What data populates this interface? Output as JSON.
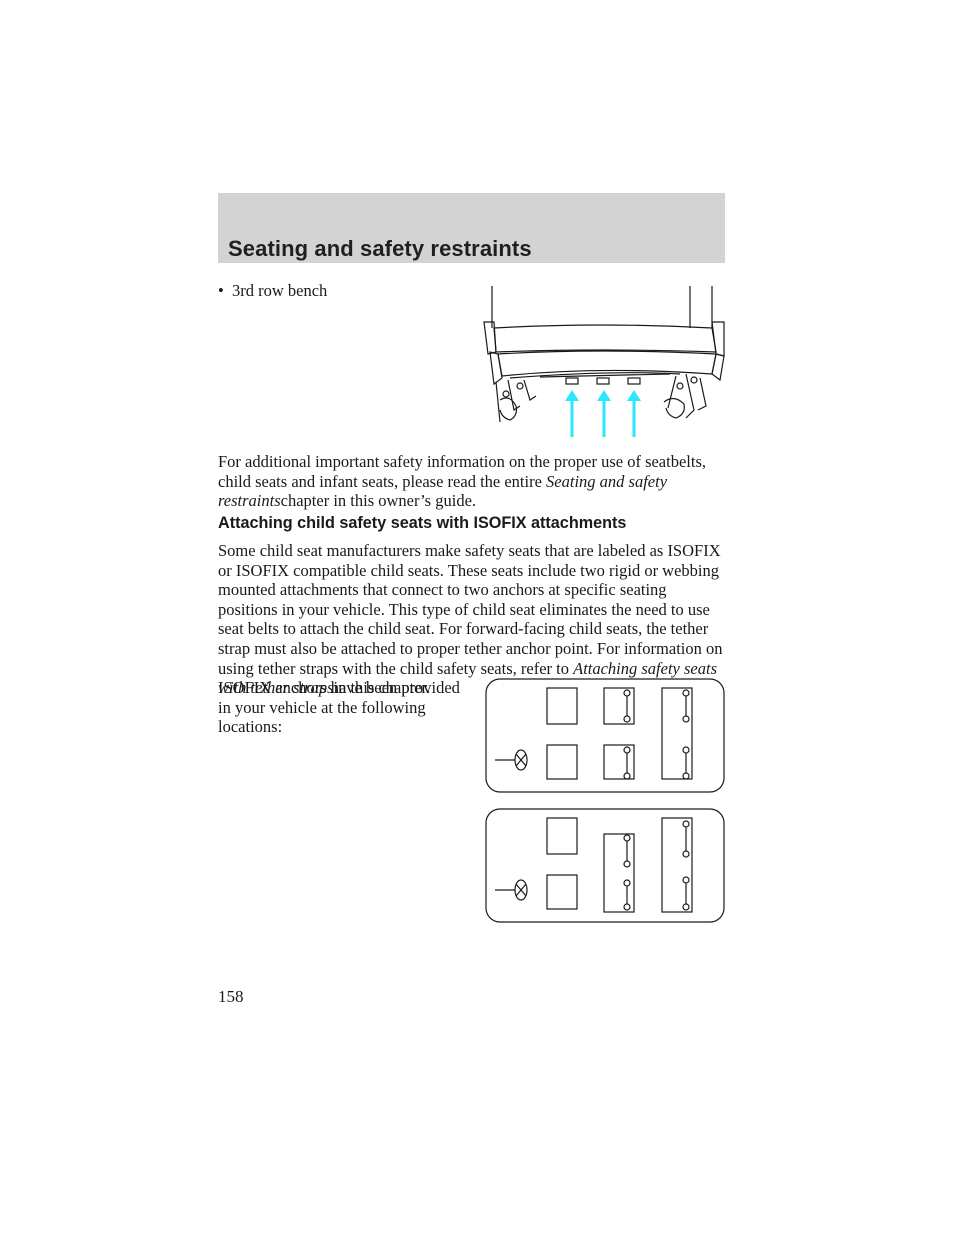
{
  "header": {
    "title": "Seating and safety restraints"
  },
  "bullet": {
    "marker": "•",
    "text": "3rd row bench"
  },
  "para1": {
    "lead": "For additional important safety information on the proper use of seatbelts, child seats and infant seats, please read the entire ",
    "italic": "Seating and safety restraints",
    "tail": "chapter in this owner’s guide."
  },
  "section": {
    "title": "Attaching child safety seats with ISOFIX attachments"
  },
  "para2": {
    "lead": "Some child seat manufacturers make safety seats that are labeled as ISOFIX or ISOFIX compatible child seats. These seats include two rigid or webbing mounted attachments that connect to two anchors at specific seating positions in your vehicle. This type of child seat eliminates the need to use seat belts to attach the child seat. For forward-facing child seats, the tether strap must also be attached to proper tether anchor point. For information on using tether straps with the child safety seats, refer to ",
    "italic": "Attaching safety seats with tether straps",
    "tail": "in this chapter."
  },
  "para3": {
    "text": "ISOFIX anchors have been provided in your vehicle at the following locations:"
  },
  "page_number": "158",
  "colors": {
    "header_band": "#d3d3d3",
    "arrow": "#2ee6ff",
    "text": "#1a1a1a"
  },
  "figures": {
    "bench_illustration": {
      "anchor_count": 3
    },
    "layout_diagram_1": {
      "description_hidden": true
    },
    "layout_diagram_2": {
      "description_hidden": true
    }
  }
}
